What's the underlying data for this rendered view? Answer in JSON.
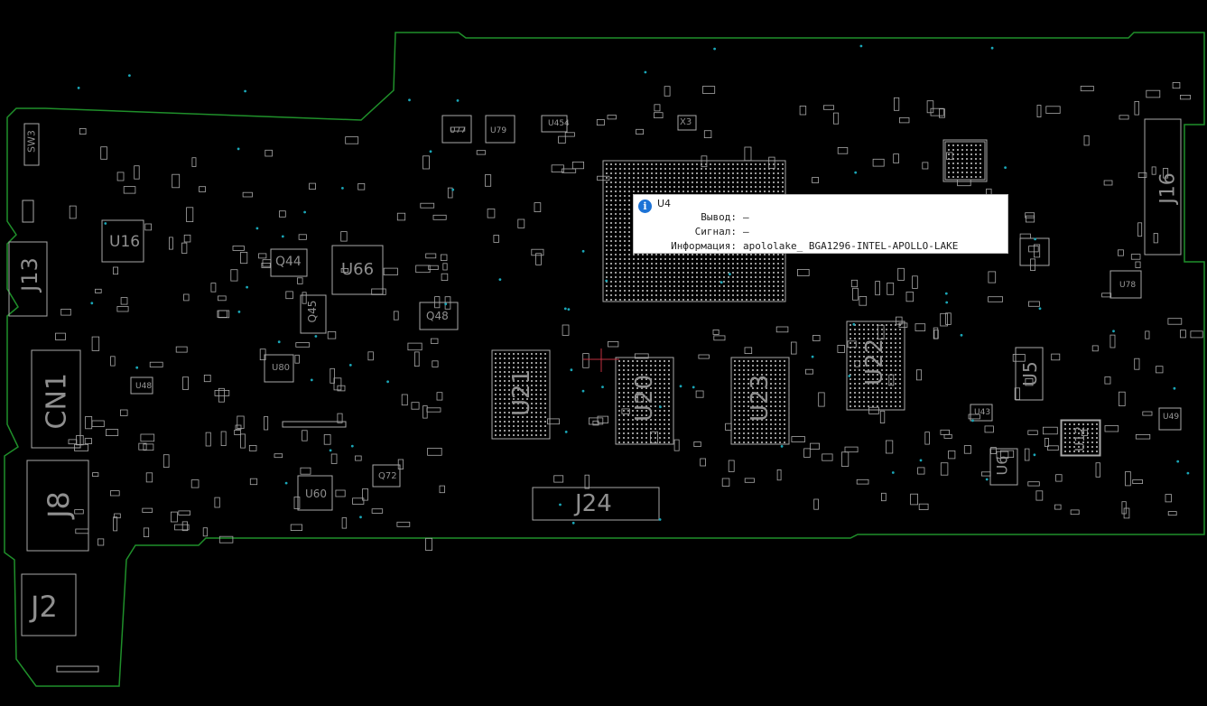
{
  "tooltip": {
    "title": "U4",
    "rows": [
      {
        "key": "Вывод:",
        "value": "—"
      },
      {
        "key": "Сигнал:",
        "value": "—"
      },
      {
        "key": "Информация:",
        "value": "apololake_ BGA1296-INTEL-APOLLO-LAKE"
      }
    ]
  },
  "components": {
    "sw3": "SW3",
    "j13": "J13",
    "cn1": "CN1",
    "j8": "J8",
    "j2": "J2",
    "u16": "U16",
    "q44": "Q44",
    "u66": "U66",
    "q45": "Q45",
    "q48": "Q48",
    "u80": "U80",
    "u48": "U48",
    "u60": "U60",
    "q72": "Q72",
    "u77": "U77",
    "u79": "U79",
    "u454": "U454",
    "x3": "X3",
    "u21": "U21",
    "u20": "U20",
    "u23": "U23",
    "u22": "U22",
    "j24": "J24",
    "u5": "U5",
    "u6": "U6",
    "u12": "U12",
    "u78": "U78",
    "u49": "U49",
    "u43": "U43",
    "j16": "J16"
  },
  "colors": {
    "background": "#000000",
    "board_outline": "#1f8f2a",
    "silkscreen": "#a8a8a8",
    "via": "#1aa7b8",
    "tooltip_bg": "#ffffff",
    "tooltip_icon": "#1d73d6"
  }
}
